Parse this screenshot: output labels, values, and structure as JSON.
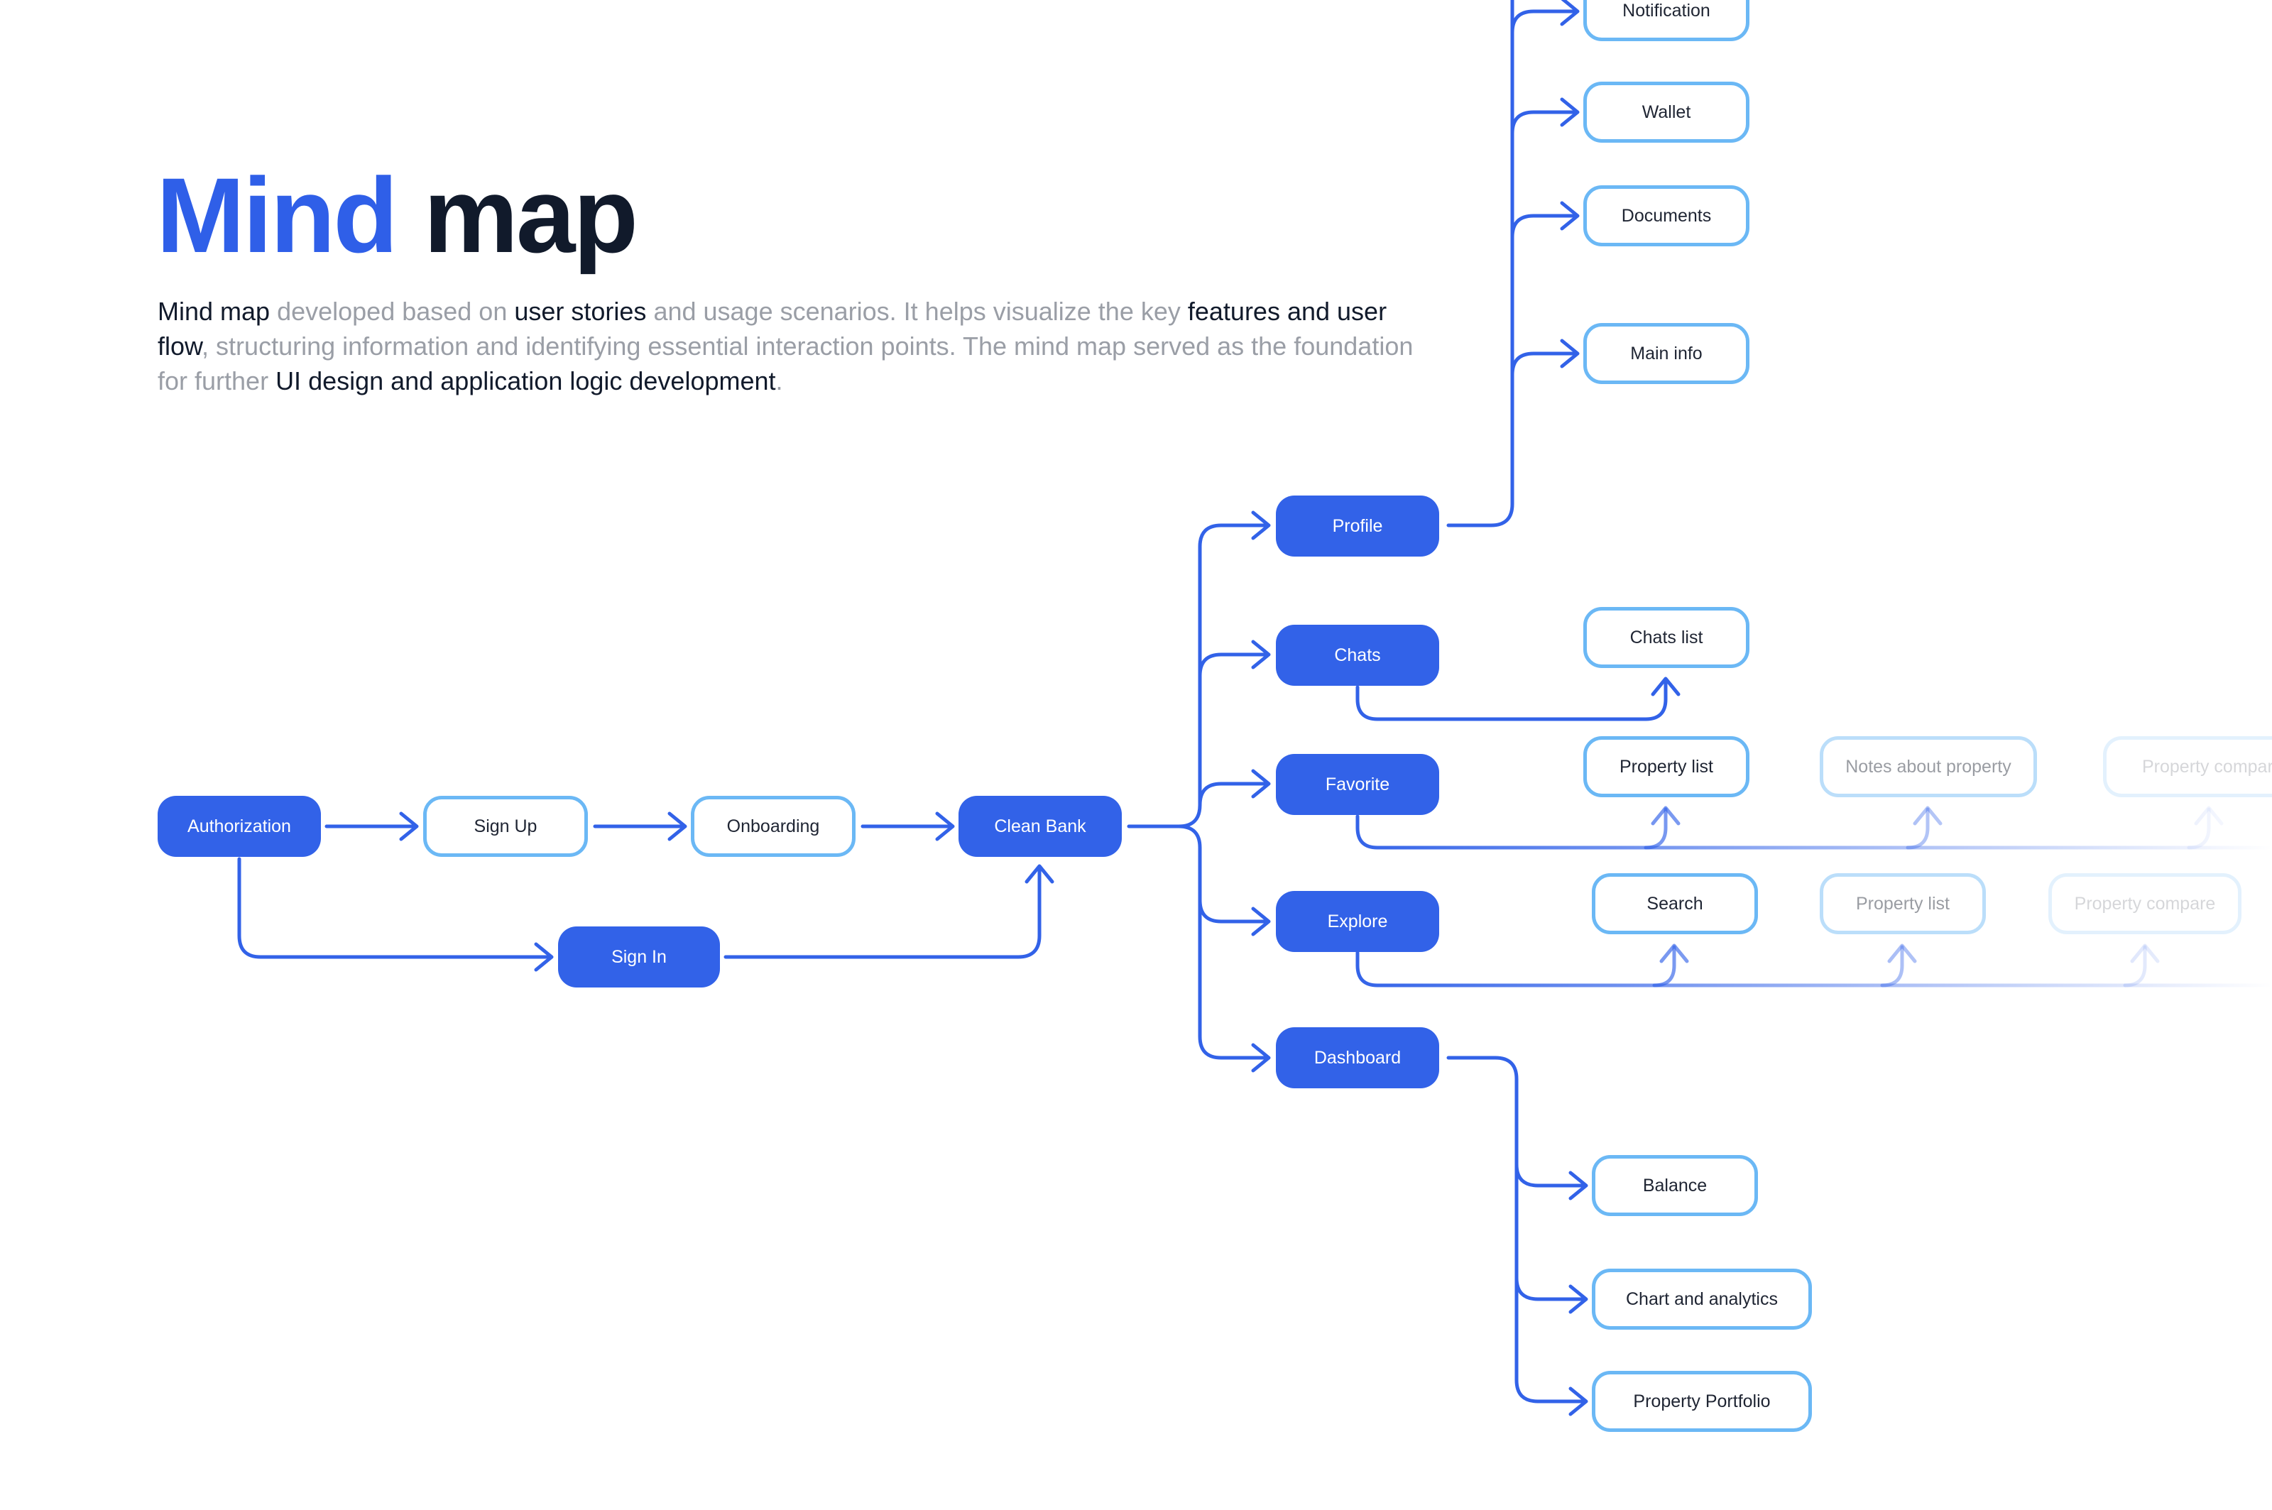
{
  "header": {
    "title_word_1": "Mind",
    "title_word_2": "map"
  },
  "description": [
    {
      "text": "Mind map",
      "em": true
    },
    {
      "text": " developed based on ",
      "em": false
    },
    {
      "text": "user stories",
      "em": true
    },
    {
      "text": " and usage scenarios. It helps visualize the key ",
      "em": false
    },
    {
      "text": "features and user flow",
      "em": true
    },
    {
      "text": ", structuring information and identifying essential interaction points. The mind map served as the foundation for further ",
      "em": false
    },
    {
      "text": "UI design and application logic development",
      "em": true
    },
    {
      "text": ".",
      "em": false
    }
  ],
  "colors": {
    "accent": "#3262e8",
    "node_border": "#6bb8f5",
    "connector": "#3262e8"
  },
  "nodes": {
    "authorization": "Authorization",
    "sign_up": "Sign Up",
    "onboarding": "Onboarding",
    "clean_bank": "Clean Bank",
    "sign_in": "Sign In",
    "profile": "Profile",
    "chats": "Chats",
    "favorite": "Favorite",
    "explore": "Explore",
    "dashboard": "Dashboard",
    "notification": "Notification",
    "wallet": "Wallet",
    "documents": "Documents",
    "main_info": "Main info",
    "chats_list": "Chats list",
    "favorite_property_list": "Property list",
    "notes_about_property": "Notes about property",
    "favorite_property_compare": "Property compare",
    "search": "Search",
    "explore_property_list": "Property list",
    "explore_property_compare": "Property compare",
    "balance": "Balance",
    "chart_and_analytics": "Chart and analytics",
    "property_portfolio": "Property Portfolio"
  }
}
